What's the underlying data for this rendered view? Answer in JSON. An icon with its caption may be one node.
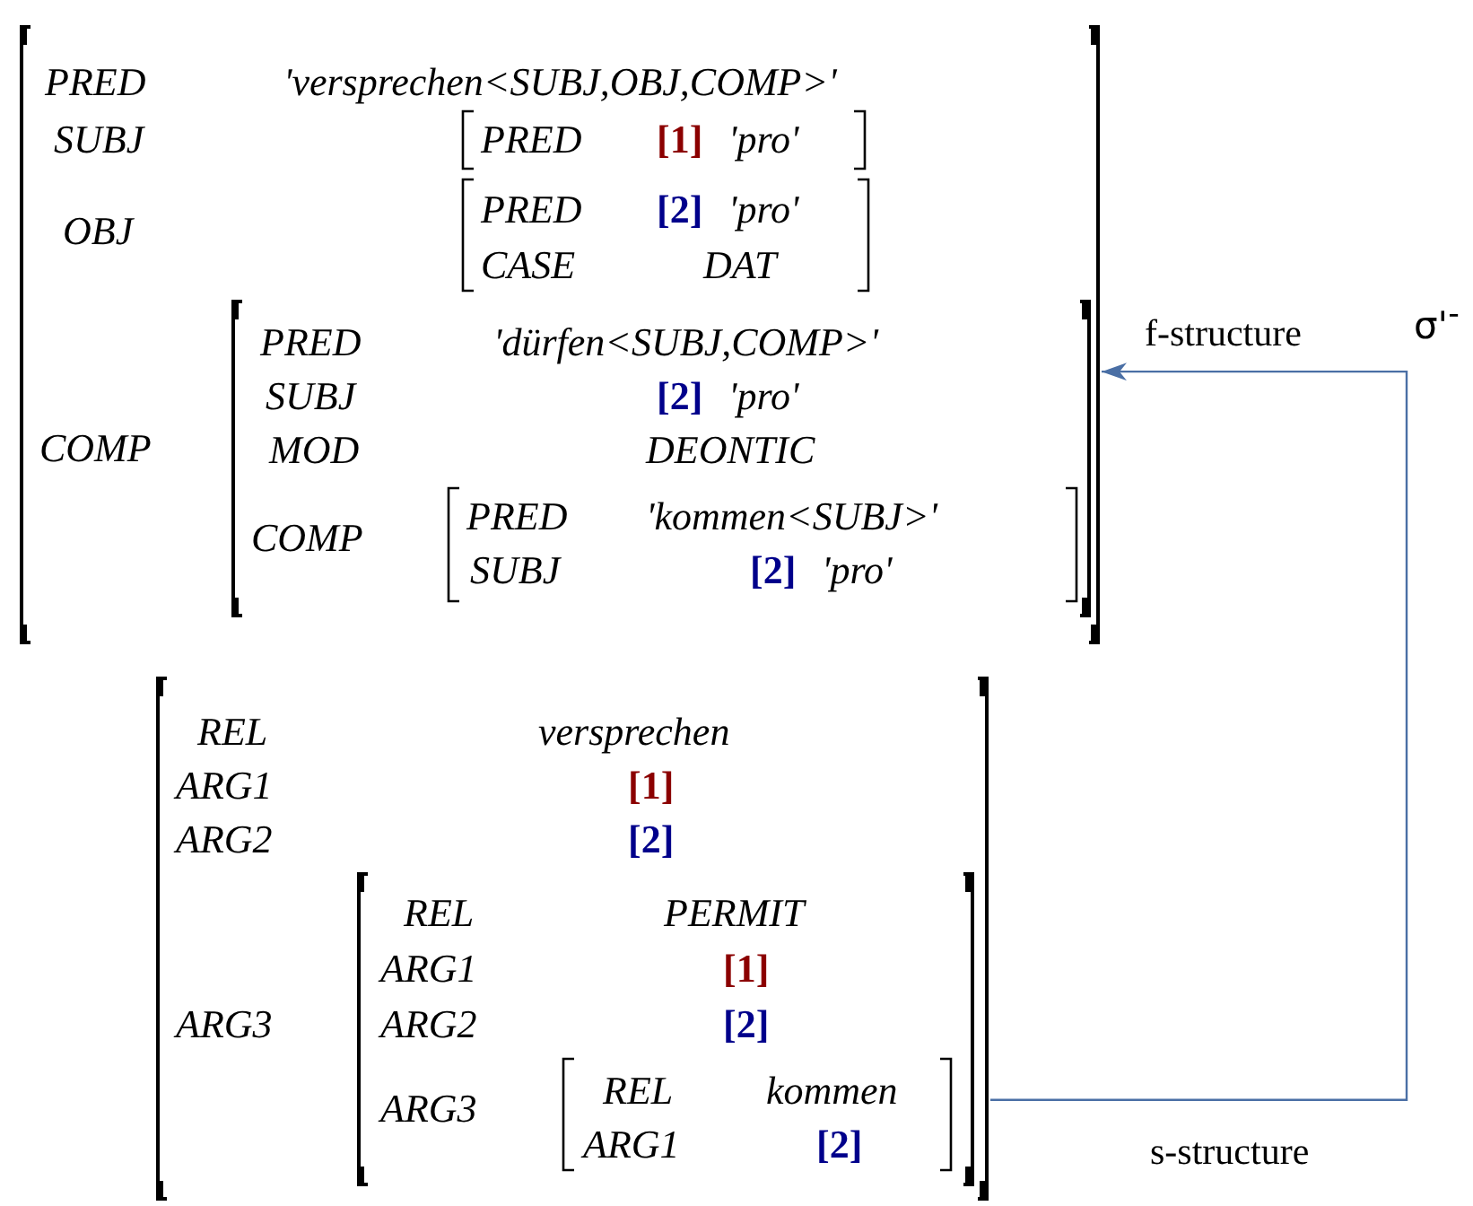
{
  "diagram": {
    "nodes": [
      {
        "text": [
          "PRED",
          "'versprechen<SUBJ,OBJ,COMP>'",
          "SUBJ",
          "OBJ",
          "COMP"
        ]
      },
      {
        "text": [
          "PRED",
          "[1]",
          "'pro'"
        ],
        "in": 0
      },
      {
        "text": [
          "PRED",
          "[2]",
          "'pro'",
          "CASE",
          "DAT"
        ],
        "in": 0
      },
      {
        "text": [
          "PRED",
          "'dürfen<SUBJ,COMP>'",
          "SUBJ",
          "[2]",
          "'pro'",
          "MOD",
          "DEONTIC",
          "COMP"
        ],
        "in": 0
      },
      {
        "text": [
          "PRED",
          "'kommen<SUBJ>'",
          "SUBJ",
          "[2]",
          "'pro'"
        ],
        "in": 3
      },
      {
        "text": [
          "REL",
          "versprechen",
          "ARG1",
          "[1]",
          "ARG2",
          "[2]",
          "ARG3"
        ]
      },
      {
        "text": [
          "REL",
          "PERMIT",
          "ARG1",
          "[1]",
          "ARG2",
          "[2]",
          "ARG3"
        ],
        "in": 5
      },
      {
        "text": [
          "REL",
          "kommen",
          "ARG1",
          "[2]"
        ],
        "in": 6
      }
    ],
    "edges": [
      {
        "from": 5,
        "to": 0,
        "arrow": "to",
        "label": "σ'$^{-}$"
      }
    ],
    "labels": [
      "f-structure",
      "s-structure"
    ]
  }
}
